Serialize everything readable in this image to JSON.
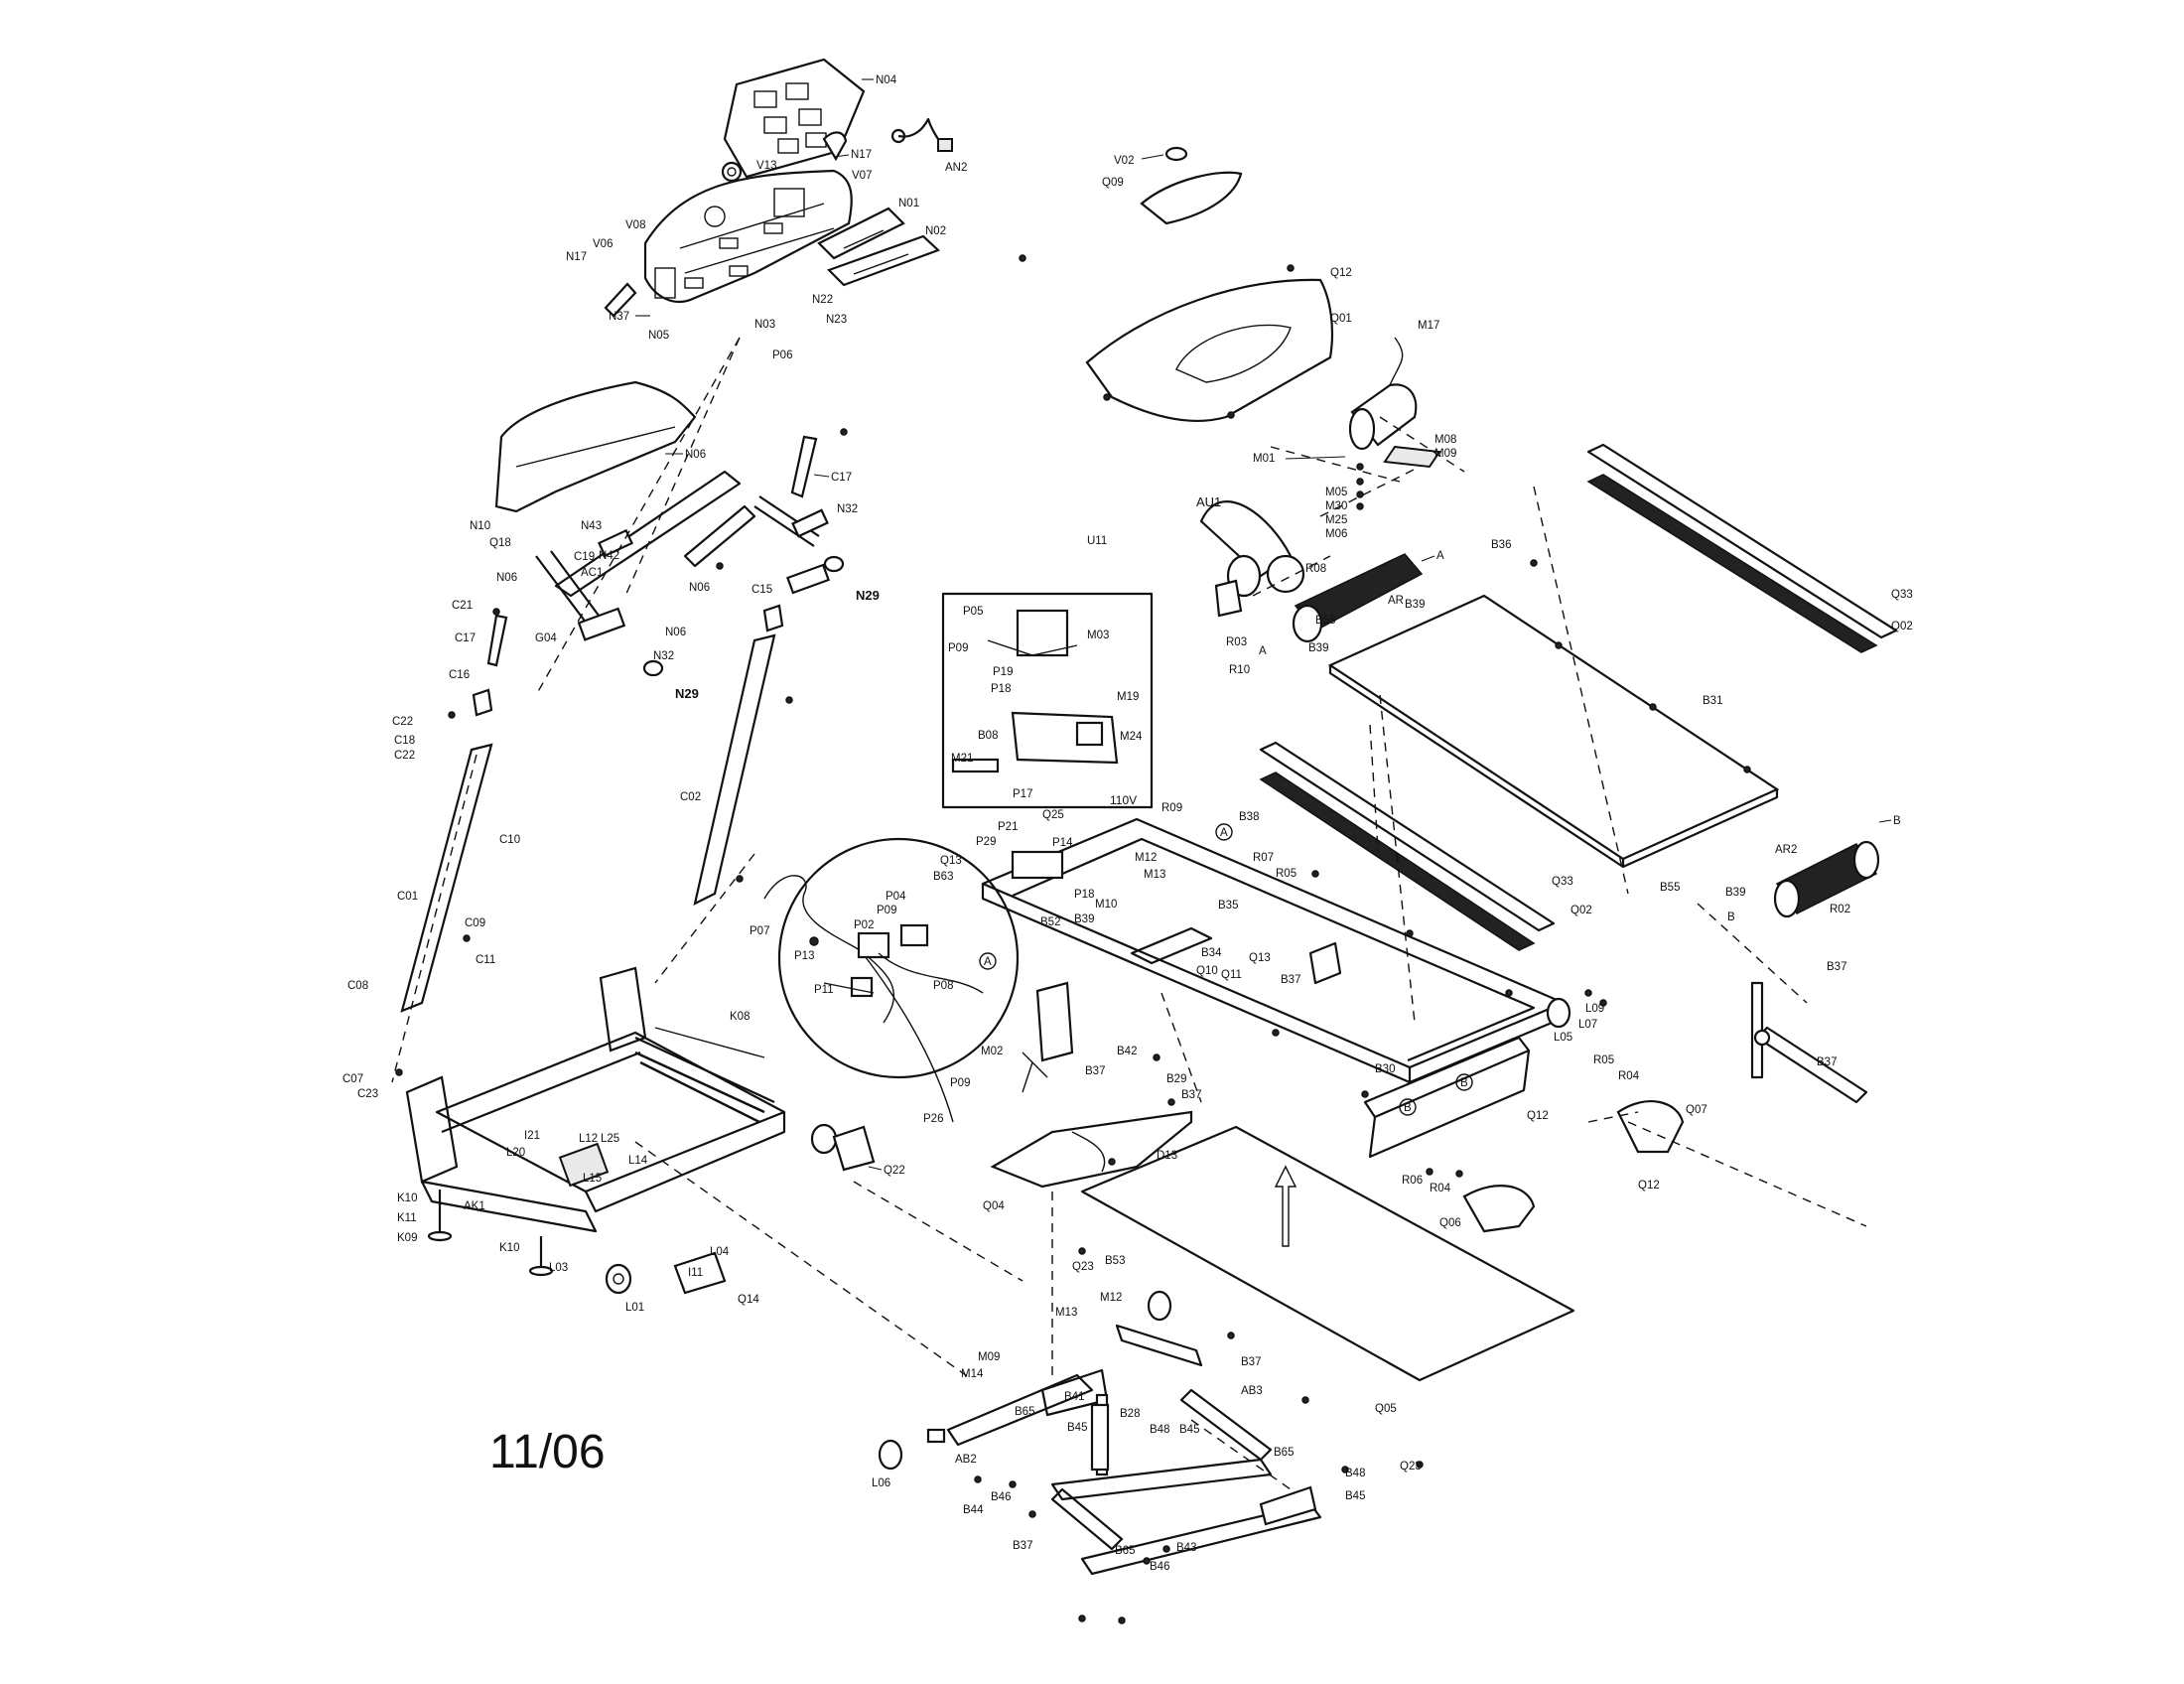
{
  "diagram": {
    "labels": {
      "N04": "N04",
      "AN2": "AN2",
      "V13": "V13",
      "N17": "N17",
      "V07": "V07",
      "N01": "N01",
      "N02": "N02",
      "V08": "V08",
      "V06": "V06",
      "N17b": "N17",
      "N22": "N22",
      "N23": "N23",
      "N03": "N03",
      "N37": "N37",
      "N05": "N05",
      "P06": "P06",
      "N06a": "N06",
      "N10": "N10",
      "Q18": "Q18",
      "N43": "N43",
      "N42": "N42",
      "C19": "C19",
      "AC1": "AC1",
      "N06b": "N06",
      "C17a": "C17",
      "N32a": "N32",
      "C21": "C21",
      "G04": "G04",
      "C17b": "C17",
      "N06c": "N06",
      "C15": "C15",
      "N29a": "N29",
      "N32b": "N32",
      "N29b": "N29",
      "C16": "C16",
      "C22a": "C22",
      "C18": "C18",
      "C22b": "C22",
      "C10": "C10",
      "C02": "C02",
      "C01": "C01",
      "C09": "C09",
      "C11": "C11",
      "C08": "C08",
      "C07": "C07",
      "C23": "C23",
      "K08": "K08",
      "I21": "I21",
      "L12": "L12",
      "L25": "L25",
      "L20": "L20",
      "L14": "L14",
      "L15": "L15",
      "Q22": "Q22",
      "K10a": "K10",
      "K11": "K11",
      "K09": "K09",
      "AK1": "AK1",
      "K10b": "K10",
      "L03": "L03",
      "L04": "L04",
      "I11": "I11",
      "L01": "L01",
      "Q14": "Q14",
      "V02": "V02",
      "Q09": "Q09",
      "Q12a": "Q12",
      "Q01": "Q01",
      "M17": "M17",
      "M08": "M08",
      "M09a": "M09",
      "M01": "M01",
      "M05": "M05",
      "M30": "M30",
      "M25": "M25",
      "M06": "M06",
      "AU1": "AU1",
      "U11": "U11",
      "R08": "R08",
      "A1": "A",
      "AR": "AR",
      "B39a": "B39",
      "B36": "B36",
      "B55a": "B55",
      "R03": "R03",
      "A2": "A",
      "B39b": "B39",
      "R10": "R10",
      "Q33a": "Q33",
      "Q02a": "Q02",
      "B31": "B31",
      "P05": "P05",
      "M03": "M03",
      "P09a": "P09",
      "P19": "P19",
      "P18": "P18",
      "M19": "M19",
      "B08": "B08",
      "M24": "M24",
      "M21": "M21",
      "P17": "P17",
      "V110": "110V",
      "Q25": "Q25",
      "R09": "R09",
      "B38": "B38",
      "P21": "P21",
      "P29": "P29",
      "P14": "P14",
      "M12a": "M12",
      "R07": "R07",
      "Q13a": "Q13",
      "B63": "B63",
      "M13a": "M13",
      "P18b": "P18",
      "M10": "M10",
      "R05a": "R05",
      "B52": "B52",
      "B39c": "B39",
      "Q33b": "Q33",
      "Q02b": "Q02",
      "B55b": "B55",
      "B39d": "B39",
      "AR2": "AR2",
      "B1": "B",
      "R02": "R02",
      "B2": "B",
      "P04": "P04",
      "P02": "P02",
      "P09b": "P09",
      "P07": "P07",
      "P13": "P13",
      "P11": "P11",
      "P08": "P08",
      "B35": "B35",
      "Q13b": "Q13",
      "B34": "B34",
      "Q10": "Q10",
      "Q11": "Q11",
      "B37a": "B37",
      "B37b": "B37",
      "L09": "L09",
      "L07": "L07",
      "L05": "L05",
      "M02": "M02",
      "B42": "B42",
      "B37c": "B37",
      "B29": "B29",
      "P09c": "P09",
      "P26": "P26",
      "B37d": "B37",
      "B30": "B30",
      "Q12b": "Q12",
      "R05b": "R05",
      "R04a": "R04",
      "Q07": "Q07",
      "B37e": "B37",
      "Q04": "Q04",
      "D13": "D13",
      "R06": "R06",
      "R04b": "R04",
      "Q06": "Q06",
      "Q12c": "Q12",
      "Q23a": "Q23",
      "B53": "B53",
      "M12b": "M12",
      "M13b": "M13",
      "M09b": "M09",
      "M14": "M14",
      "B37f": "B37",
      "AB3": "AB3",
      "B41": "B41",
      "B28": "B28",
      "B48a": "B48",
      "B45a": "B45",
      "B65a": "B65",
      "B45b": "B45",
      "Q05": "Q05",
      "Q23b": "Q23",
      "L06": "L06",
      "AB2": "AB2",
      "B44": "B44",
      "B46a": "B46",
      "B65b": "B65",
      "B48b": "B48",
      "B45c": "B45",
      "B37g": "B37",
      "B65c": "B65",
      "B46b": "B46",
      "B43": "B43",
      "circA1": "A",
      "circA2": "A",
      "circB1": "B",
      "circB2": "B"
    },
    "date": "11/06"
  }
}
